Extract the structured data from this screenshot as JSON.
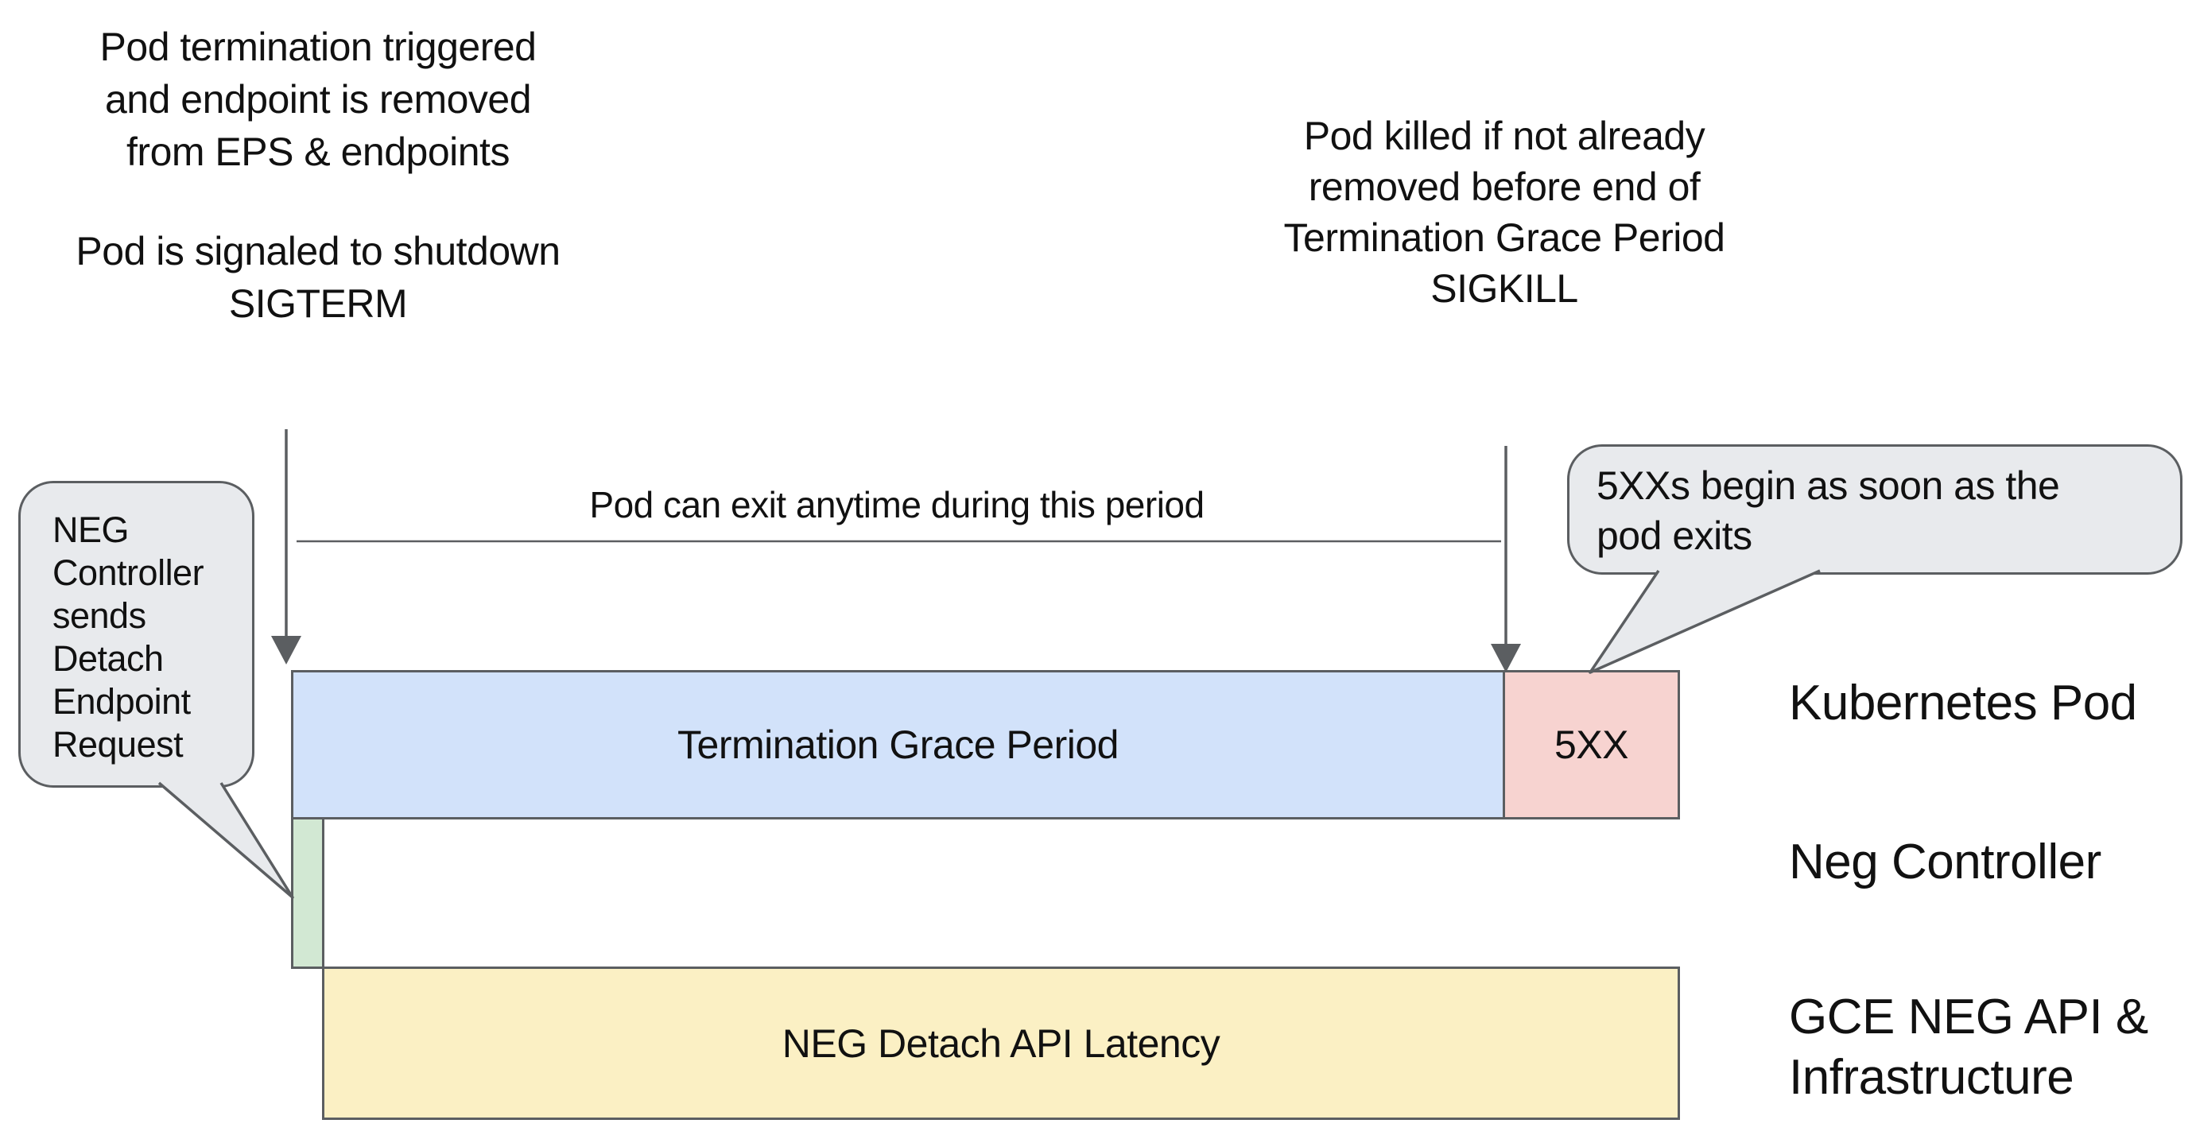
{
  "colors": {
    "background": "#ffffff",
    "text": "#111111",
    "border": "#5b5e61",
    "bubble_fill": "#e8eaed",
    "grace_blue": "#d2e2fa",
    "error_pink": "#f7d3d0",
    "detach_green": "#d2e8d3",
    "latency_yellow": "#fbf0c4"
  },
  "annotations": {
    "termination_trigger": {
      "lines": [
        "Pod termination triggered",
        "and endpoint is removed",
        "from EPS & endpoints"
      ]
    },
    "sigterm": {
      "lines": [
        "Pod is signaled to shutdown",
        "SIGTERM"
      ]
    },
    "sigkill": {
      "lines": [
        "Pod killed if not already",
        "removed before end of",
        "Termination Grace Period",
        "SIGKILL"
      ]
    },
    "period_label": "Pod can exit anytime during this period"
  },
  "callouts": {
    "neg_controller": {
      "lines": [
        "NEG",
        "Controller",
        "sends",
        "Detach",
        "Endpoint",
        "Request"
      ]
    },
    "five_xx": {
      "lines": [
        "5XXs begin as soon as the",
        "pod exits"
      ]
    }
  },
  "bars": {
    "grace": {
      "label": "Termination Grace Period"
    },
    "five_xx": {
      "label": "5XX"
    },
    "latency": {
      "label": "NEG Detach API Latency"
    }
  },
  "rows": {
    "kubernetes_pod": {
      "label": "Kubernetes Pod"
    },
    "neg_controller": {
      "label": "Neg Controller"
    },
    "gce": {
      "lines": [
        "GCE NEG API &",
        "Infrastructure"
      ]
    }
  }
}
